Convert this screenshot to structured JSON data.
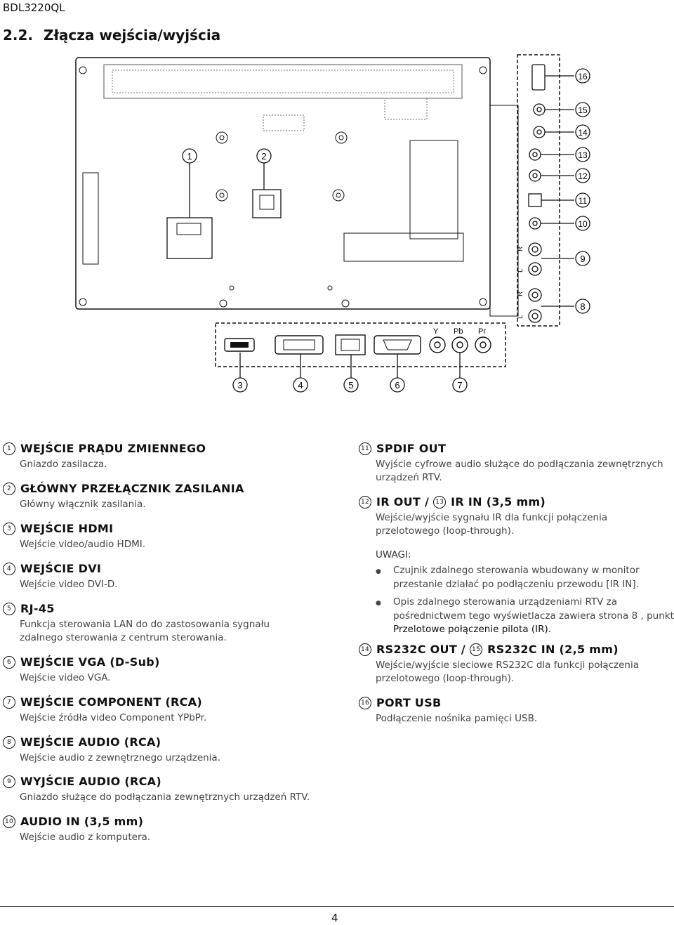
{
  "header": {
    "model": "BDL3220QL",
    "section_num": "2.2.",
    "section_title": "Złącza wejścia/wyjścia"
  },
  "diagram": {
    "callouts": [
      "1",
      "2",
      "3",
      "4",
      "5",
      "6",
      "7",
      "8",
      "9",
      "10",
      "11",
      "12",
      "13",
      "14",
      "15",
      "16"
    ],
    "component_labels": [
      "Y",
      "Pb",
      "Pr"
    ],
    "audio_labels": [
      "R",
      "L",
      "R",
      "L"
    ]
  },
  "items_left": [
    {
      "num": "1",
      "title": "WEJŚCIE PRĄDU ZMIENNEGO",
      "desc": "Gniazdo zasilacza."
    },
    {
      "num": "2",
      "title": "GŁÓWNY PRZEŁĄCZNIK ZASILANIA",
      "desc": "Główny włącznik zasilania."
    },
    {
      "num": "3",
      "title": "WEJŚCIE HDMI",
      "desc": "Wejście video/audio HDMI."
    },
    {
      "num": "4",
      "title": "WEJŚCIE DVI",
      "desc": "Wejście video DVI-D."
    },
    {
      "num": "5",
      "title": "RJ-45",
      "desc": "Funkcja sterowania LAN do do zastosowania sygnału zdalnego sterowania z centrum sterowania."
    },
    {
      "num": "6",
      "title": "WEJŚCIE VGA (D-Sub)",
      "desc": "Wejście video VGA."
    },
    {
      "num": "7",
      "title": "WEJŚCIE COMPONENT (RCA)",
      "desc": "Wejście źródła video Component YPbPr."
    },
    {
      "num": "8",
      "title": "WEJŚCIE AUDIO (RCA)",
      "desc": "Wejście audio z zewnętrznego urządzenia."
    },
    {
      "num": "9",
      "title": "WYJŚCIE AUDIO (RCA)",
      "desc": "Gniazdo służące do podłączania zewnętrznych urządzeń RTV."
    },
    {
      "num": "10",
      "title": "AUDIO IN (3,5 mm)",
      "desc": "Wejście audio z komputera."
    }
  ],
  "items_right": {
    "spdif": {
      "num": "11",
      "title": "SPDIF OUT",
      "desc": "Wyjście cyfrowe audio służące do podłączania zewnętrznych urządzeń RTV."
    },
    "ir": {
      "num_a": "12",
      "title_a": "IR OUT /",
      "num_b": "13",
      "title_b": "IR IN (3,5 mm)",
      "desc": "Wejście/wyjście sygnału IR dla funkcji połączenia przelotowego (loop-through)."
    },
    "notes_label": "UWAGI:",
    "bullet1": "Czujnik zdalnego sterowania wbudowany w monitor przestanie działać po podłączeniu przewodu [IR IN].",
    "bullet2_text": "Opis zdalnego sterowania urządzeniami RTV za pośrednictwem tego wyświetlacza zawiera strona 8 , punkt",
    "bullet2_link": "Przelotowe połączenie pilota (IR).",
    "rs232": {
      "num_a": "14",
      "title_a": "RS232C OUT /",
      "num_b": "15",
      "title_b": "RS232C IN (2,5 mm)",
      "desc": "Wejście/wyjście sieciowe RS232C dla funkcji połączenia przelotowego (loop-through)."
    },
    "usb": {
      "num": "16",
      "title": "PORT USB",
      "desc": "Podłączenie nośnika pamięci USB."
    }
  },
  "footer": {
    "page": "4"
  }
}
